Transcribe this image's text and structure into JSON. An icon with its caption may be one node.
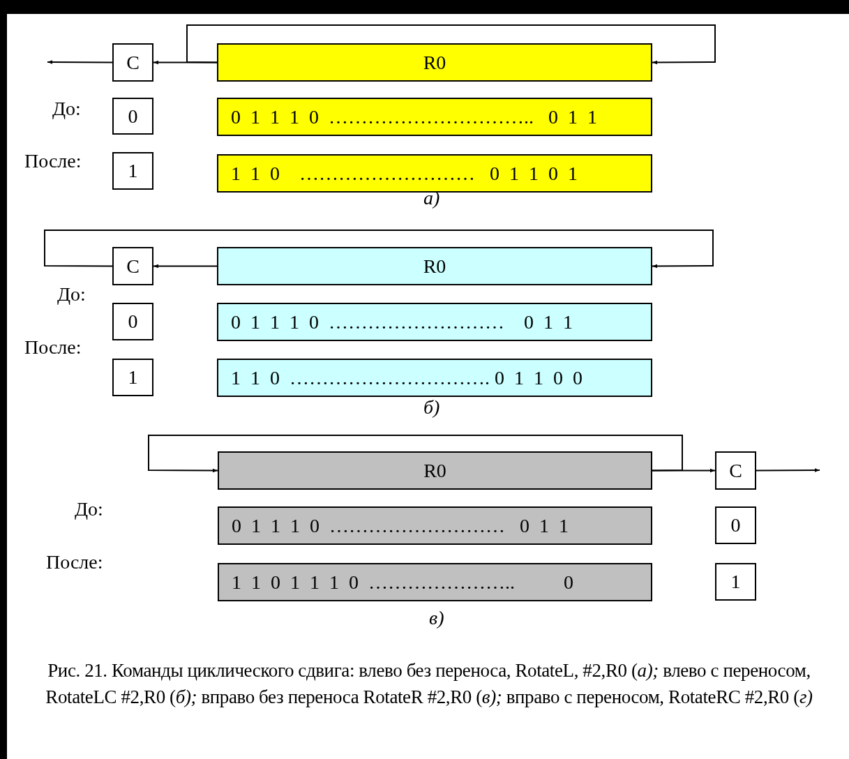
{
  "diagram": {
    "caption": "Рис. 21. Команды циклического сдвига: влево без переноса, RotateL, #2,R0 (*а);* влево с переносом, RotateLC  #2,R0 (*б);* вправо без переноса RotateR #2,R0  (*в);* вправо с переносом, RotateRC #2,R0 (*г)*",
    "nodes": [
      {
        "text": [
          "C"
        ]
      },
      {
        "text": [
          "R0"
        ]
      },
      {
        "text": [
          "0"
        ]
      },
      {
        "text": [
          "0  1  1  1  0  …………………………..   0  1  1"
        ]
      },
      {
        "text": [
          "1"
        ]
      },
      {
        "text": [
          "1  1  0    ………………………   0  1  1  0  1"
        ]
      },
      {
        "text": [
          "C"
        ]
      },
      {
        "text": [
          "R0"
        ]
      },
      {
        "text": [
          "0"
        ]
      },
      {
        "text": [
          "0  1  1  1  0  ………………………    0  1  1"
        ]
      },
      {
        "text": [
          "1"
        ]
      },
      {
        "text": [
          "1  1  0  …………………………. 0  1  1  0  0"
        ]
      },
      {
        "text": [
          "R0"
        ]
      },
      {
        "text": [
          "C"
        ]
      },
      {
        "text": [
          "0  1  1  1  0  ………………………   0  1  1"
        ]
      },
      {
        "text": [
          "0"
        ]
      },
      {
        "text": [
          "1  1  0  1  1  1  0  …………………..          0"
        ]
      },
      {
        "text": [
          "1"
        ]
      }
    ],
    "edges": [
      {
        "from": 1,
        "to": 0,
        "arrow": "to"
      },
      {
        "from": 0,
        "to": null,
        "arrow": "to"
      },
      {
        "from": 1,
        "to": 1,
        "arrow": "to"
      },
      {
        "from": 7,
        "to": 6,
        "arrow": "to"
      },
      {
        "from": 6,
        "to": 7,
        "arrow": "to"
      },
      {
        "from": 12,
        "to": 12,
        "arrow": "to"
      },
      {
        "from": 12,
        "to": 13,
        "arrow": "to"
      },
      {
        "from": 13,
        "to": null,
        "arrow": "to"
      }
    ],
    "labels": [
      "До:",
      "После:",
      "а)",
      "До:",
      "После:",
      "б)",
      "До:",
      "После:",
      "в)"
    ]
  }
}
